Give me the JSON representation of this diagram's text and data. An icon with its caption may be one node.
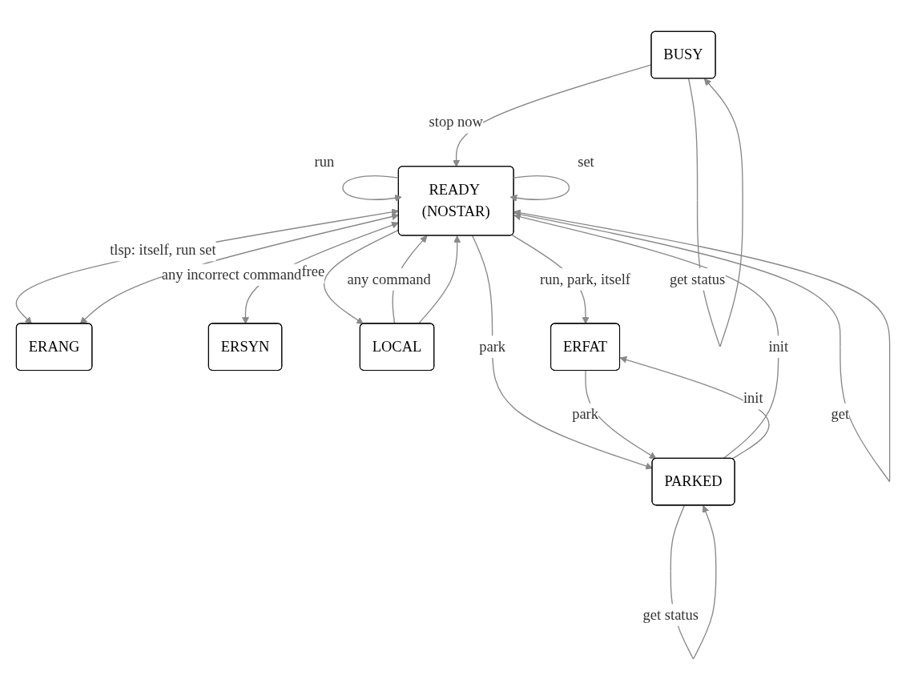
{
  "diagram": {
    "nodes": [
      {
        "text": [
          "READY (NOSTAR)"
        ]
      },
      {
        "text": [
          "ERANG"
        ]
      },
      {
        "text": [
          "ERSYN"
        ]
      },
      {
        "text": [
          "LOCAL"
        ]
      },
      {
        "text": [
          "BUSY"
        ]
      },
      {
        "text": [
          "ERFAT"
        ]
      },
      {
        "text": [
          "PARKED"
        ]
      }
    ],
    "edges": [
      {
        "from": 0,
        "to": 0,
        "arrow": "to",
        "label": "get"
      },
      {
        "from": 0,
        "to": 0,
        "arrow": "to",
        "label": "set"
      },
      {
        "from": 0,
        "to": 1,
        "arrow": "both",
        "label": "tlsp: itself, run set"
      },
      {
        "from": 0,
        "to": 3,
        "arrow": "to",
        "label": "free"
      },
      {
        "from": 3,
        "to": 0,
        "arrow": "to",
        "label": "any command"
      },
      {
        "from": 3,
        "to": 0,
        "arrow": "to"
      },
      {
        "from": 4,
        "to": 0,
        "arrow": "to",
        "label": "stop now"
      },
      {
        "from": 0,
        "to": 0,
        "arrow": "to",
        "label": "run"
      },
      {
        "from": 0,
        "to": 1,
        "arrow": "both",
        "label": "any incorrect command"
      },
      {
        "from": 0,
        "to": 2,
        "arrow": "both"
      },
      {
        "from": 4,
        "to": 4,
        "arrow": "to",
        "label": "get status"
      },
      {
        "from": 0,
        "to": 5,
        "arrow": "to",
        "label": "run, park, itself"
      },
      {
        "from": 6,
        "to": 0,
        "arrow": "to",
        "label": "init"
      },
      {
        "from": 0,
        "to": 6,
        "arrow": "to",
        "label": "park"
      },
      {
        "from": 6,
        "to": 6,
        "arrow": "to",
        "label": "get status"
      },
      {
        "from": 6,
        "to": 5,
        "arrow": "to",
        "label": "init"
      },
      {
        "from": 5,
        "to": 6,
        "arrow": "to",
        "label": "park"
      }
    ]
  }
}
